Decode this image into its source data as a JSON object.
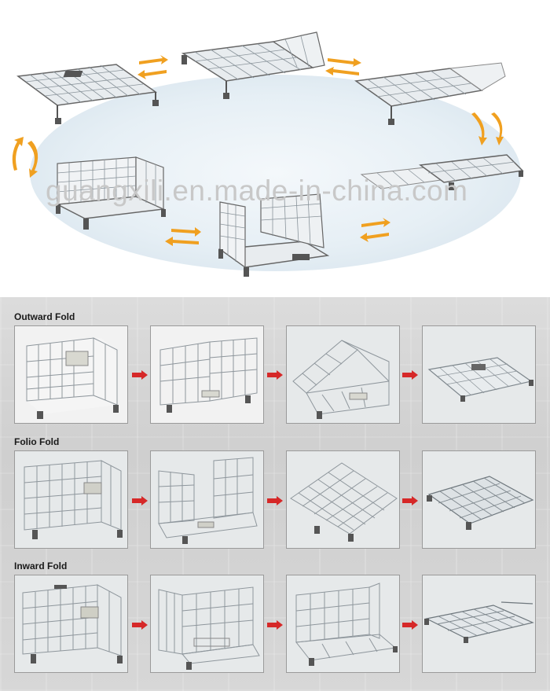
{
  "watermark": "guangxili.en.made-in-china.com",
  "sections": [
    {
      "label": "Outward Fold"
    },
    {
      "label": "Folio Fold"
    },
    {
      "label": "Inward Fold"
    }
  ],
  "colors": {
    "orange_arrow": "#f0a020",
    "red_arrow": "#d62828",
    "wire": "#6e7880"
  }
}
